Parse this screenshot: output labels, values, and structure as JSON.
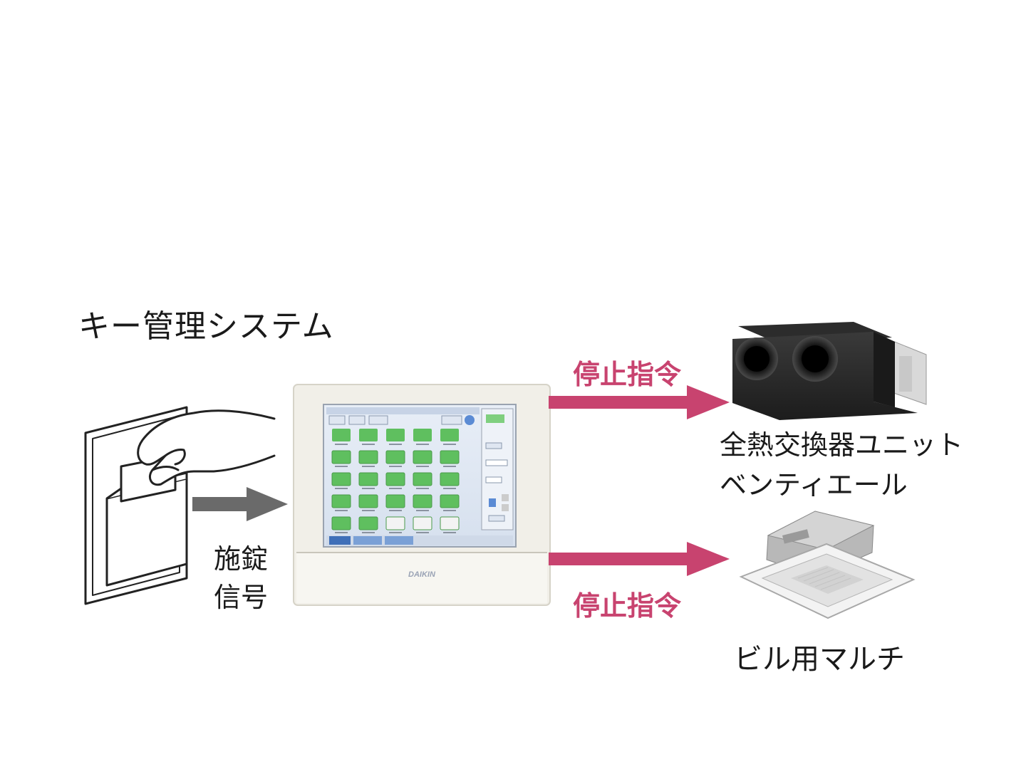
{
  "diagram": {
    "title": "キー管理システム",
    "signal_label_line1": "施錠",
    "signal_label_line2": "信号",
    "command_top": "停止指令",
    "command_bottom": "停止指令",
    "erv_label_line1": "全熱交換器ユニット",
    "erv_label_line2": "ベンティエール",
    "ac_label": "ビル用マルチ",
    "controller_brand": "DAIKIN"
  },
  "colors": {
    "command_arrow": "#c8436f",
    "signal_arrow": "#6a6a6a",
    "tile_green": "#5fbf5f"
  },
  "icons": [
    "key-card-switch-icon",
    "hand-icon",
    "touch-panel-controller-icon",
    "ventilation-unit-icon",
    "ceiling-cassette-ac-icon"
  ]
}
